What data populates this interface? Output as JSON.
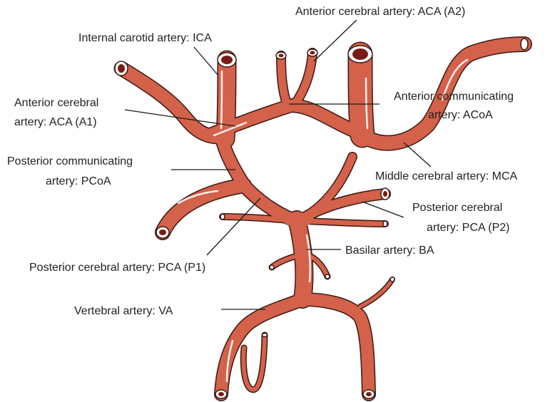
{
  "colors": {
    "artery_fill": "#D4614A",
    "artery_outline": "#3a1a14",
    "lumen": "#7A1B18",
    "highlight": "#ffffff",
    "leader_line": "#1a1a1a",
    "text": "#222222"
  },
  "labels": {
    "aca_a2": "Anterior cerebral artery: ACA (A2)",
    "ica": "Internal carotid artery: ICA",
    "aca_a1_line1": "Anterior cerebral",
    "aca_a1_line2": "artery: ACA (A1)",
    "acoa_line1": "Anterior communicating",
    "acoa_line2": "artery: ACoA",
    "pcoa_line1": "Posterior communicating",
    "pcoa_line2": "artery: PCoA",
    "mca": "Middle cerebral artery: MCA",
    "pca_p2_line1": "Posterior cerebral",
    "pca_p2_line2": "artery: PCA (P2)",
    "ba": "Basilar artery: BA",
    "pca_p1": "Posterior cerebral artery: PCA (P1)",
    "va": "Vertebral artery: VA"
  }
}
